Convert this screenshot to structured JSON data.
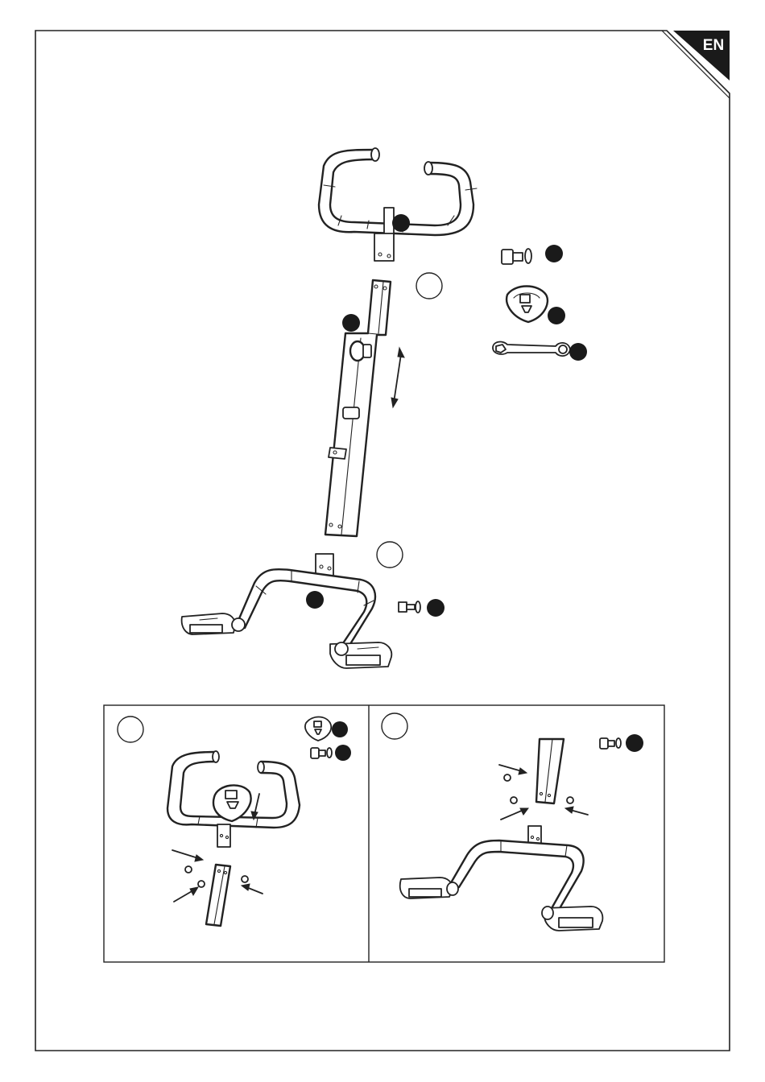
{
  "page": {
    "language_tab": "EN"
  },
  "main_figure": {
    "parts": [
      "handlebar",
      "handlebar-post",
      "front-stabilizer",
      "bolt-washer",
      "computer",
      "wrench"
    ],
    "step_circles": 2,
    "part_bullets": 7
  },
  "step_panels": [
    {
      "id": "left",
      "step_circle": 1,
      "part_bullets": 2,
      "shows": [
        "handlebar",
        "computer",
        "bolts"
      ]
    },
    {
      "id": "right",
      "step_circle": 1,
      "part_bullets": 1,
      "shows": [
        "post",
        "front-stabilizer",
        "bolts"
      ]
    }
  ],
  "colors": {
    "ink": "#222222",
    "tab": "#1a1a1a",
    "paper": "#ffffff"
  }
}
